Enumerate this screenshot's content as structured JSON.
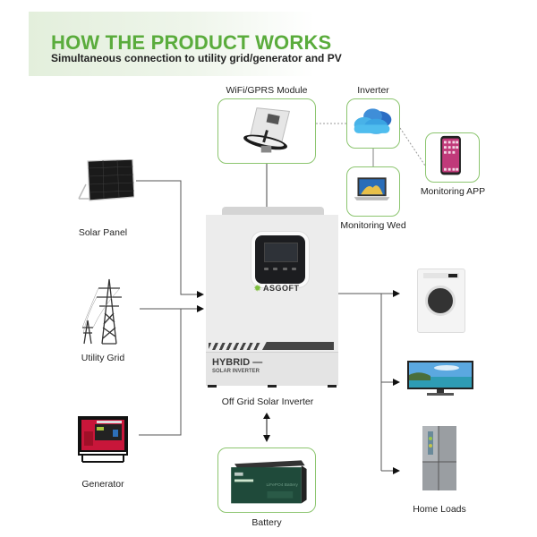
{
  "header": {
    "title": "HOW THE PRODUCT WORKS",
    "subtitle": "Simultaneous connection to utility grid/generator and PV"
  },
  "sources": [
    {
      "label": "Solar Panel",
      "icon": "solar-panel-icon"
    },
    {
      "label": "Utility Grid",
      "icon": "transmission-tower-icon"
    },
    {
      "label": "Generator",
      "icon": "generator-icon"
    }
  ],
  "monitoring": {
    "wifi_module": {
      "label": "WiFi/GPRS Module",
      "icon": "wifi-module-icon"
    },
    "cloud": {
      "label": "Inverter",
      "icon": "cloud-icon"
    },
    "web": {
      "label": "Monitoring Wed",
      "icon": "laptop-icon"
    },
    "app": {
      "label": "Monitoring APP",
      "icon": "smartphone-icon"
    }
  },
  "inverter": {
    "label": "Off Grid Solar Inverter",
    "brand": "ASGOFT",
    "model_line1": "HYBRID —",
    "model_line2": "SOLAR INVERTER"
  },
  "battery": {
    "label": "Battery",
    "icon": "battery-icon",
    "print": "LiFePO4 Battery"
  },
  "loads": {
    "label": "Home Loads",
    "items": [
      {
        "icon": "washing-machine-icon"
      },
      {
        "icon": "television-icon"
      },
      {
        "icon": "refrigerator-icon"
      }
    ]
  },
  "colors": {
    "accent_green": "#5aac3c",
    "box_border": "#8cc56f",
    "line": "#555555"
  }
}
